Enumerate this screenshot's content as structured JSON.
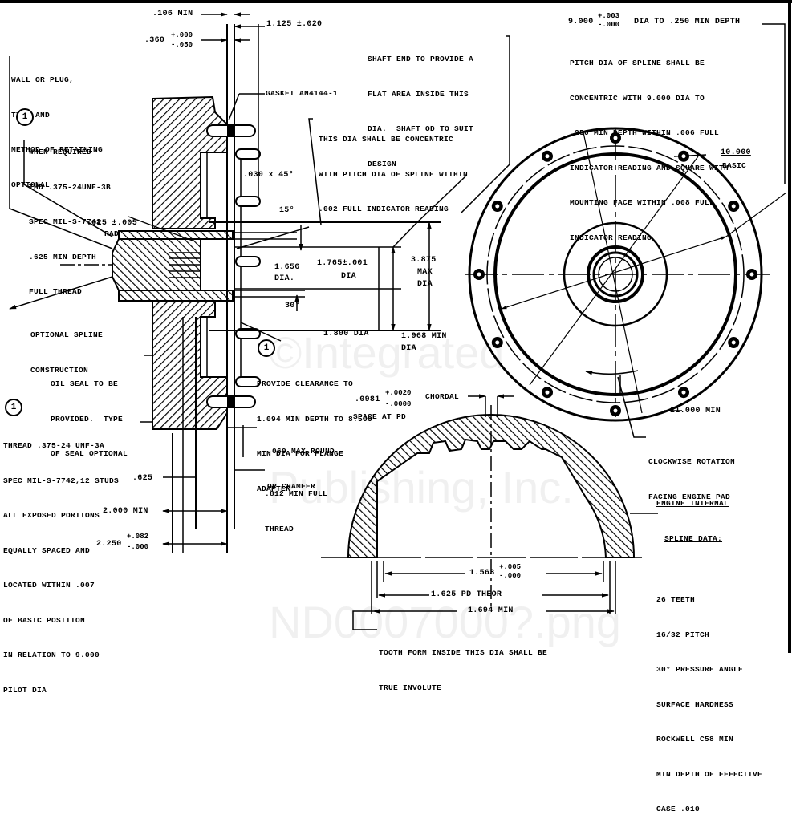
{
  "drawing": {
    "title": "Engine pad / spline drive mounting drawing",
    "border_color": "#000000",
    "line_color": "#000000",
    "background": "#ffffff"
  },
  "watermark": {
    "line1": "©Integrated",
    "line2": "Publishing, Inc.",
    "line3": "ND0007000?.png"
  },
  "top_dims": {
    "min_106": ".106 MIN",
    "dim_360_base": ".360",
    "dim_360_plus": "+.000",
    "dim_360_minus": "-.050",
    "dim_1125": "1.125 ±.020"
  },
  "notes": {
    "wall_plug": [
      "WALL OR PLUG,",
      "TYPE AND",
      "METHOD OF RETAINING",
      "OPTIONAL"
    ],
    "note_marker": "1",
    "when_required": [
      "WHEN REQUIRED",
      "THD .375-24UNF-3B",
      "SPEC MIL-S-7742",
      ".625 MIN DEPTH",
      "FULL THREAD"
    ],
    "gasket": "GASKET AN4144-1",
    "shaft_end": [
      "SHAFT END TO PROVIDE A",
      "FLAT AREA INSIDE THIS",
      "DIA.  SHAFT OD TO SUIT",
      "DESIGN"
    ],
    "concentric": [
      "THIS DIA SHALL BE CONCENTRIC",
      "WITH PITCH DIA OF SPLINE WITHIN",
      ".002 FULL INDICATOR READING"
    ],
    "pilot_dia_base": "9.000",
    "pilot_dia_plus": "+.003",
    "pilot_dia_minus": "-.000",
    "pilot_dia_rest": "DIA TO .250 MIN DEPTH",
    "pitch_dia": [
      "PITCH DIA OF SPLINE SHALL BE",
      "CONCENTRIC WITH 9.000 DIA TO",
      ".250 MIN DEPTH WITHIN .006 FULL",
      "INDICATOR READING AND SQUARE WITH",
      "MOUNTING FACE WITHIN .008 FULL",
      "INDICATOR READING"
    ],
    "chamfer_030": ".030 x 45°",
    "rad_025": ".025 ±.005",
    "rad_label": "RAD",
    "optional_spline": [
      "OPTIONAL SPLINE",
      "CONSTRUCTION"
    ],
    "oil_seal": [
      "OIL SEAL TO BE",
      "PROVIDED.  TYPE",
      "OF SEAL OPTIONAL"
    ],
    "thread_studs": [
      "THREAD .375-24 UNF-3A",
      "SPEC MIL-S-7742,12 STUDS",
      "ALL EXPOSED PORTIONS",
      "EQUALLY SPACED AND",
      "LOCATED WITHIN .007",
      "OF BASIC POSITION",
      "IN RELATION TO 9.000",
      "PILOT DIA"
    ],
    "clearance": [
      "PROVIDE CLEARANCE TO",
      "1.094 MIN DEPTH TO 8.500",
      "MIN DIA FOR FLANGE",
      "ADAPTER"
    ],
    "round_chamfer": [
      ".060 MAX ROUND",
      "OR CHAMFER"
    ],
    "full_thread": [
      ".812 MIN FULL",
      "THREAD"
    ],
    "clockwise": [
      "CLOCKWISE ROTATION",
      "FACING ENGINE PAD"
    ],
    "tooth_form": [
      "TOOTH FORM INSIDE THIS DIA SHALL BE",
      "TRUE INVOLUTE"
    ]
  },
  "dims": {
    "angle_15": "15°",
    "dia_1656": "1.656",
    "dia_1656_label": "DIA.",
    "dia_1765": "1.765±.001",
    "dia_1765_label": "DIA",
    "dia_3875": "3.875",
    "dia_3875_max": "MAX",
    "dia_3875_label": "DIA",
    "angle_30": "30°",
    "dia_180": "1.800 DIA",
    "dia_1968": "1.968 MIN",
    "dia_1968_label": "DIA",
    "basic_10000": "10.000",
    "basic_label": "BASIC",
    "min_21000": "21.000 MIN",
    "dim_625": ".625",
    "dim_2000": "2.000 MIN",
    "dim_2250_base": "2.250",
    "dim_2250_plus": "+.082",
    "dim_2250_minus": "-.000",
    "space_base": ".0981",
    "space_plus": "+.0020",
    "space_minus": "-.0000",
    "space_label": "SPACE AT PD",
    "chordal": "CHORDAL",
    "dia_1563_base": "1.563",
    "dia_1563_plus": "+.005",
    "dia_1563_minus": "-.000",
    "pd_1625": "1.625 PD THEOR",
    "min_1694": "1.694 MIN"
  },
  "spline_data": {
    "heading1": "ENGINE INTERNAL",
    "heading2": "SPLINE DATA:",
    "lines": [
      "26 TEETH",
      "16/32 PITCH",
      "30° PRESSURE ANGLE",
      "SURFACE HARDNESS",
      "ROCKWELL C58 MIN",
      "MIN DEPTH OF EFFECTIVE",
      "CASE .010"
    ]
  }
}
